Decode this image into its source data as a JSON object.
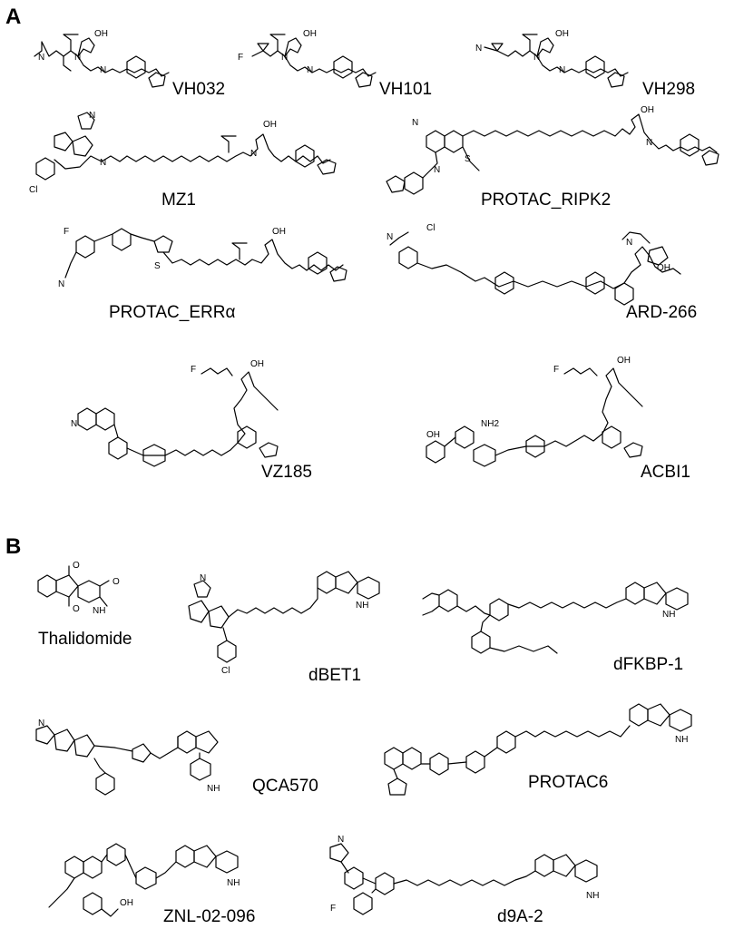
{
  "panels": [
    {
      "label": "A",
      "molecules": [
        {
          "name": "VH032"
        },
        {
          "name": "VH101"
        },
        {
          "name": "VH298"
        },
        {
          "name": "MZ1"
        },
        {
          "name": "PROTAC_RIPK2"
        },
        {
          "name": "PROTAC_ERRα"
        },
        {
          "name": "ARD-266"
        },
        {
          "name": "VZ185"
        },
        {
          "name": "ACBI1"
        }
      ]
    },
    {
      "label": "B",
      "molecules": [
        {
          "name": "Thalidomide"
        },
        {
          "name": "dBET1"
        },
        {
          "name": "dFKBP-1"
        },
        {
          "name": "QCA570"
        },
        {
          "name": "PROTAC6"
        },
        {
          "name": "ZNL-02-096"
        },
        {
          "name": "d9A-2"
        }
      ]
    }
  ]
}
